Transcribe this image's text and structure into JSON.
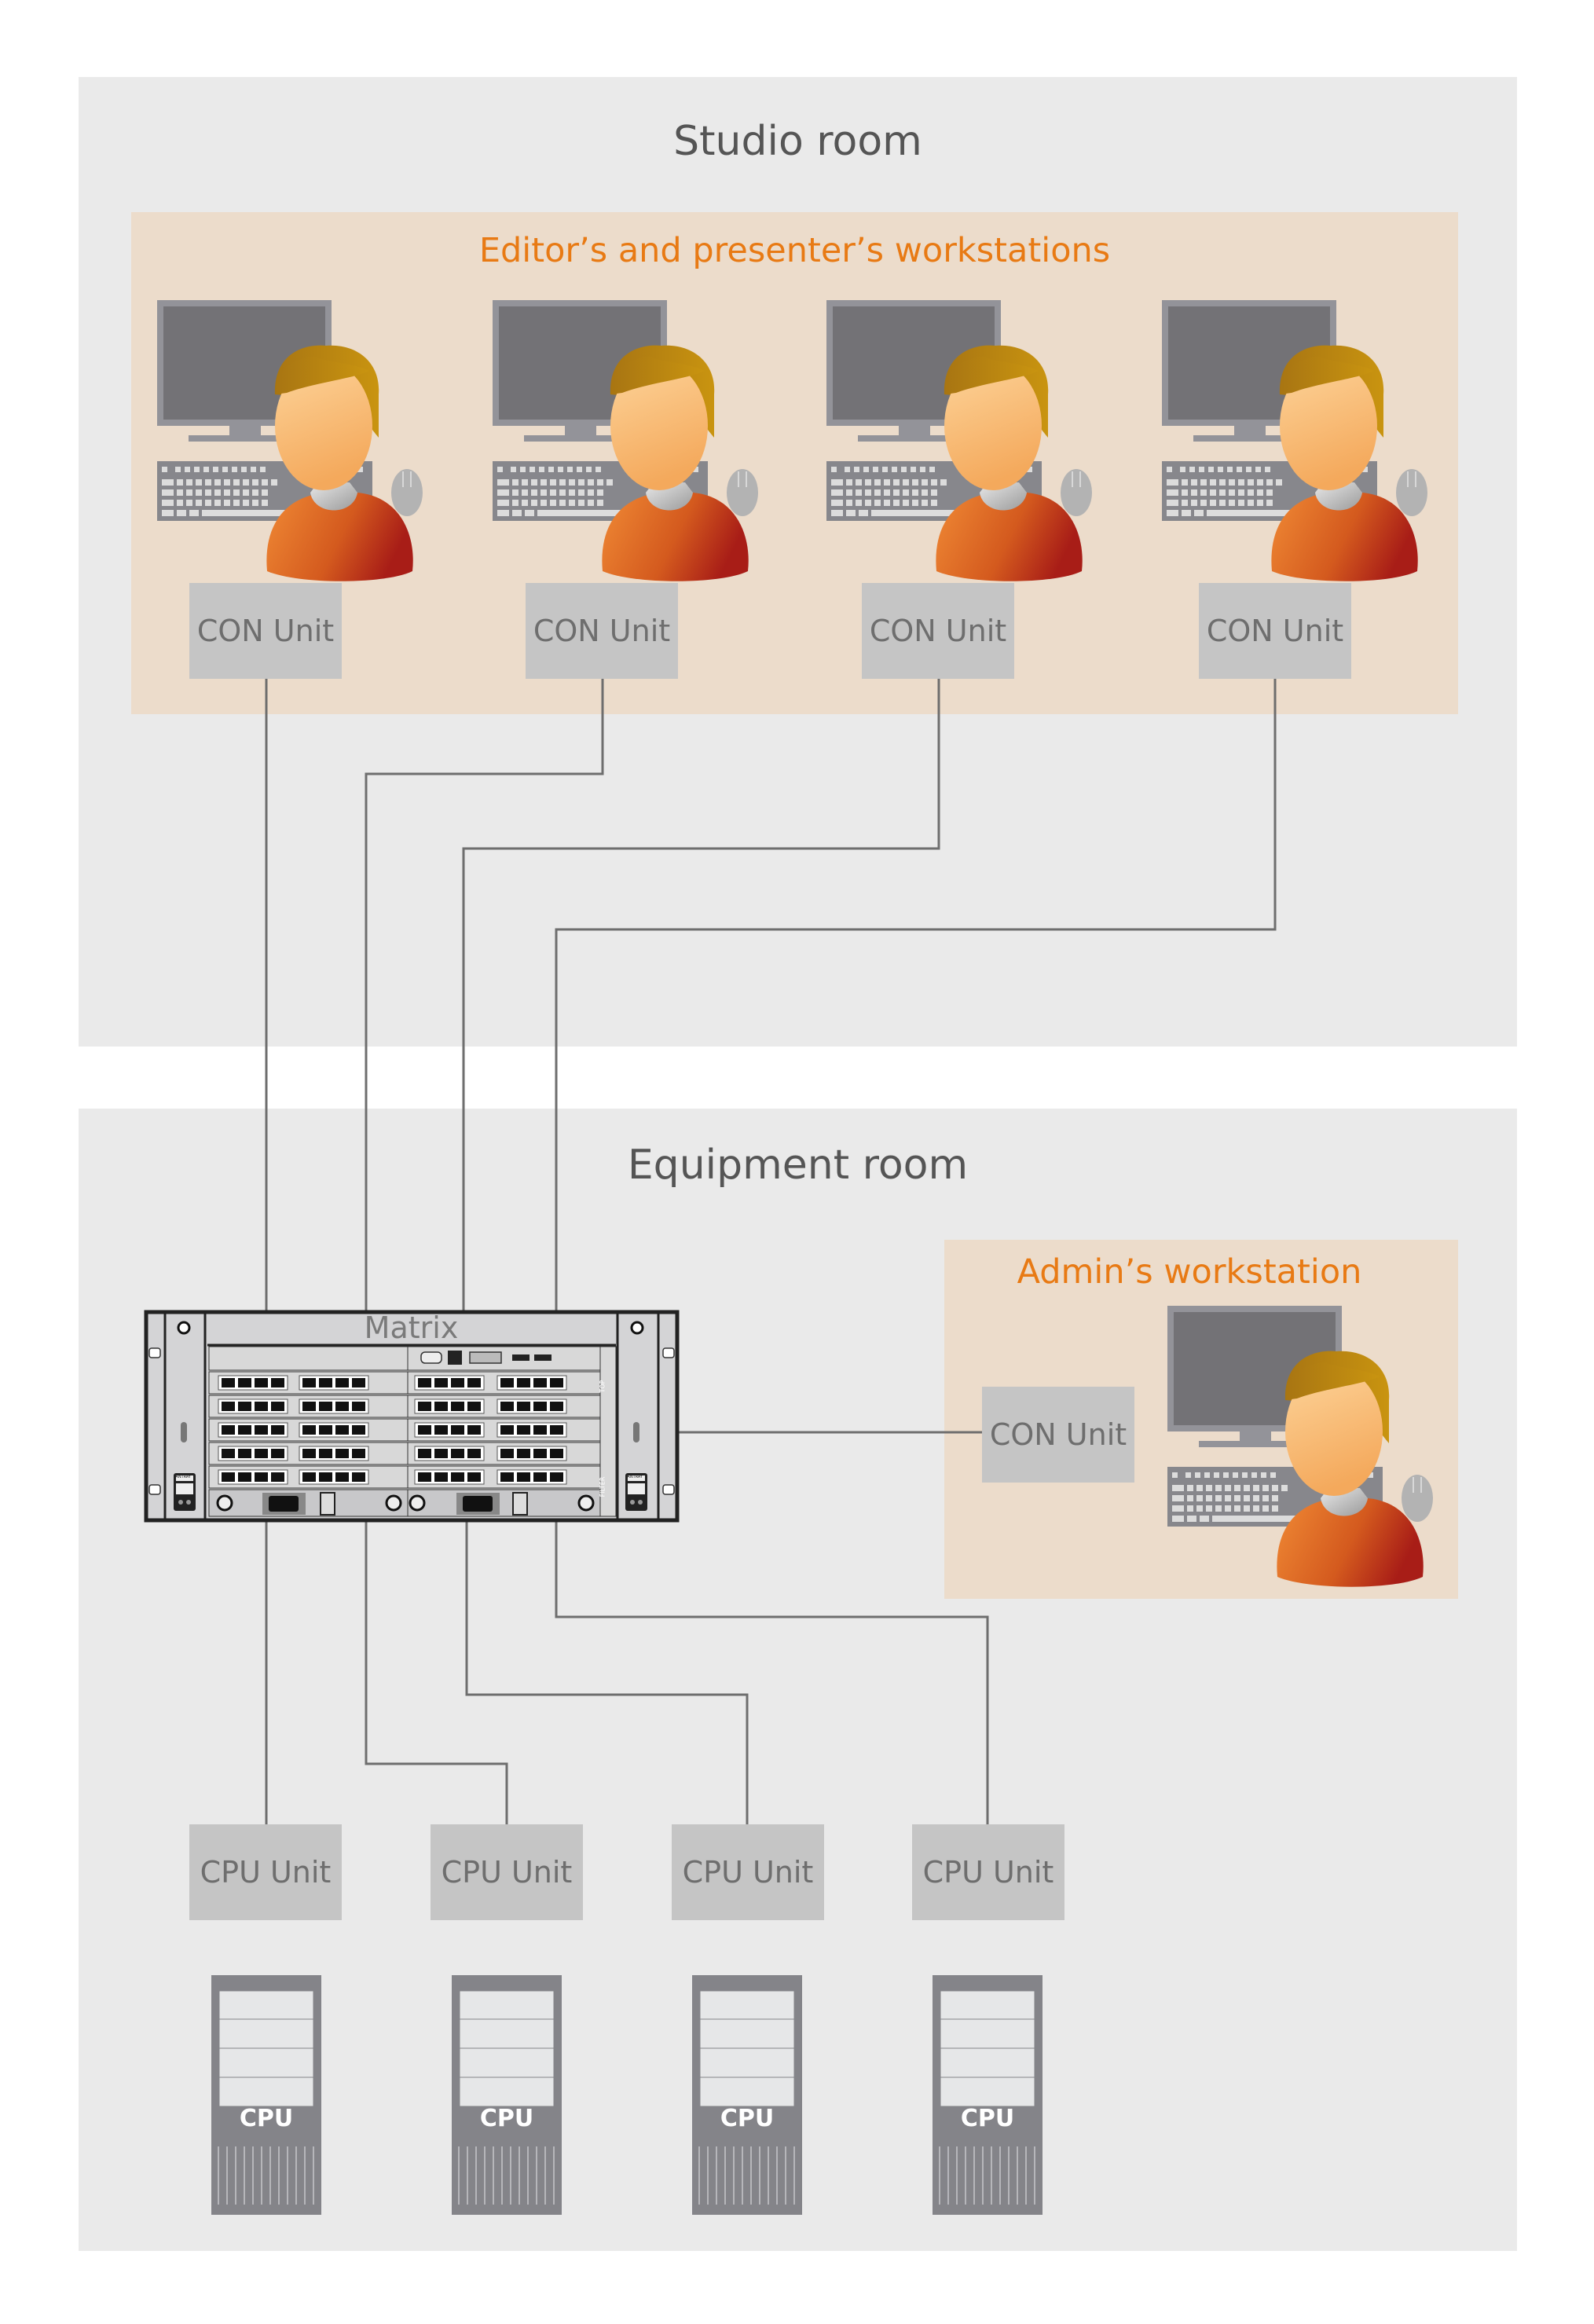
{
  "studio_room": {
    "title": "Studio room",
    "zone_title": "Editor’s and presenter’s workstations",
    "workstations": [
      {
        "con_label": "CON Unit"
      },
      {
        "con_label": "CON Unit"
      },
      {
        "con_label": "CON Unit"
      },
      {
        "con_label": "CON Unit"
      }
    ]
  },
  "equipment_room": {
    "title": "Equipment room",
    "matrix": {
      "label": "Matrix",
      "fantray_label": "FANTRAY",
      "side_labels": [
        "TOP",
        "FILTER"
      ]
    },
    "admin": {
      "zone_title": "Admin’s workstation",
      "con_label": "CON Unit"
    },
    "cpu_units": [
      {
        "label": "CPU Unit",
        "server_label": "CPU"
      },
      {
        "label": "CPU Unit",
        "server_label": "CPU"
      },
      {
        "label": "CPU Unit",
        "server_label": "CPU"
      },
      {
        "label": "CPU Unit",
        "server_label": "CPU"
      }
    ]
  },
  "colors": {
    "room_bg": "#eaeaea",
    "zone_bg": "#ecdccb",
    "zone_title": "#e87a14",
    "unit_bg": "#c5c5c5",
    "wire": "#6e6e6e"
  }
}
